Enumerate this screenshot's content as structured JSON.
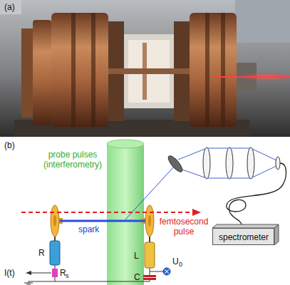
{
  "diagram": {
    "nodes": [
      {
        "text": [
          "spectrometer"
        ]
      }
    ],
    "labels": [
      "(a)",
      "(b)",
      "probe pulses (interferometry)",
      "spark",
      "femtosecond pulse",
      "R",
      "L",
      "I(t)",
      "R",
      "s",
      "U",
      "0",
      "C"
    ]
  }
}
